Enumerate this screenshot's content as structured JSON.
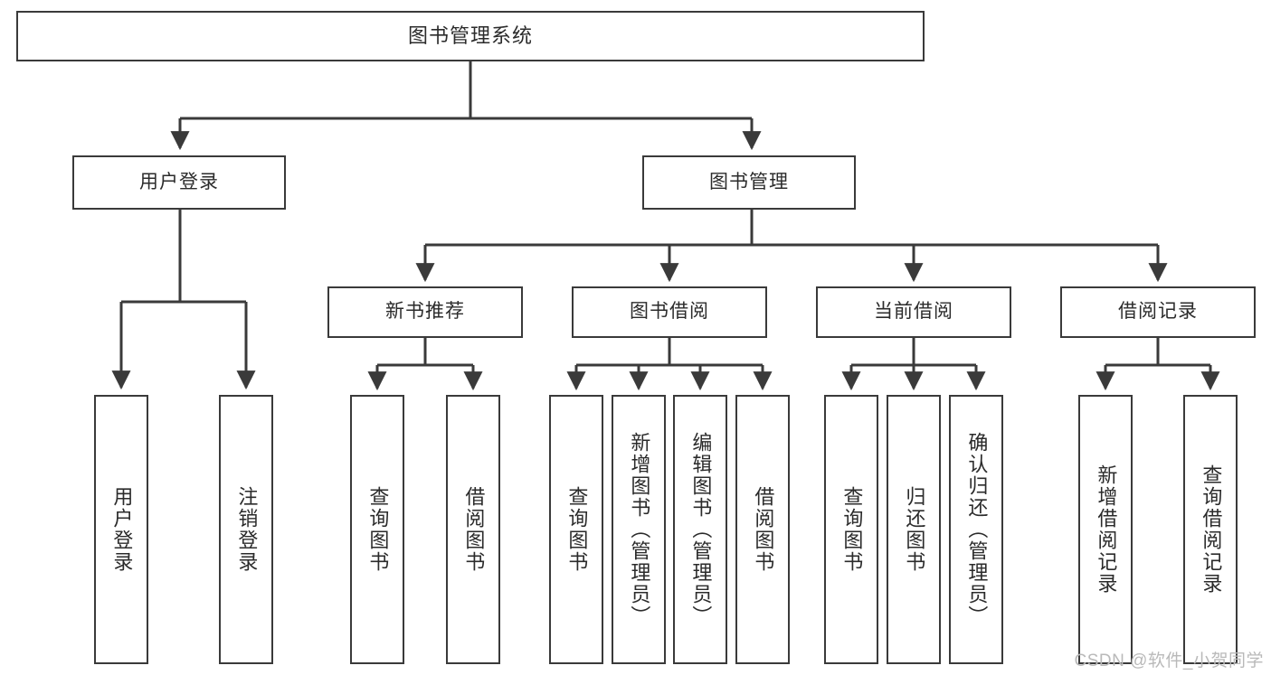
{
  "diagram": {
    "title": "图书管理系统",
    "type": "tree",
    "stroke_color": "#3a3a3a",
    "text_color": "#2b2b2b",
    "background_color": "#ffffff"
  },
  "nodes": {
    "root": {
      "label": "图书管理系统"
    },
    "level2": [
      {
        "label": "用户登录"
      },
      {
        "label": "图书管理"
      }
    ],
    "level3": [
      {
        "label": "新书推荐"
      },
      {
        "label": "图书借阅"
      },
      {
        "label": "当前借阅"
      },
      {
        "label": "借阅记录"
      }
    ],
    "leaves_user_login": [
      {
        "label": "用户登录"
      },
      {
        "label": "注销登录"
      }
    ],
    "leaves_new_book": [
      {
        "label": "查询图书"
      },
      {
        "label": "借阅图书"
      }
    ],
    "leaves_borrow": [
      {
        "label": "查询图书"
      },
      {
        "label": "新增图书（管理员）"
      },
      {
        "label": "编辑图书（管理员）"
      },
      {
        "label": "借阅图书"
      }
    ],
    "leaves_current": [
      {
        "label": "查询图书"
      },
      {
        "label": "归还图书"
      },
      {
        "label": "确认归还（管理员）"
      }
    ],
    "leaves_record": [
      {
        "label": "新增借阅记录"
      },
      {
        "label": "查询借阅记录"
      }
    ]
  },
  "watermark": {
    "text": "CSDN @软件_小贺同学"
  }
}
